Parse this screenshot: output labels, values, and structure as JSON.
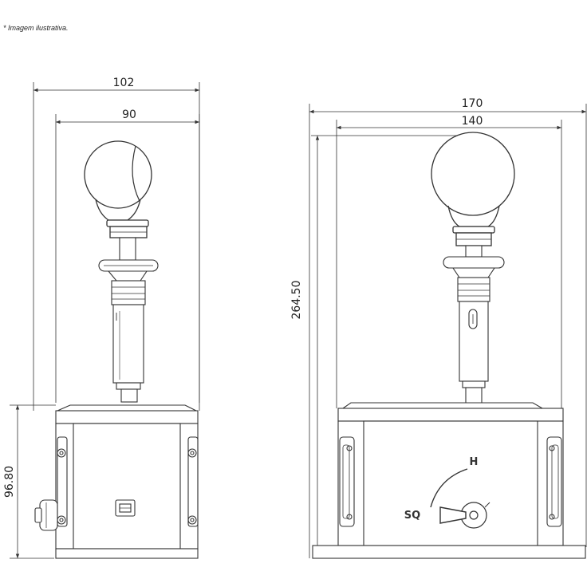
{
  "note": "* Imagem ilustrativa.",
  "front_view": {
    "dim_overall_width": "102",
    "dim_body_width": "90",
    "dim_body_height": "96.80"
  },
  "side_view": {
    "dim_overall_width": "170",
    "dim_body_width": "140",
    "dim_overall_height": "264.50",
    "label_h": "H",
    "label_sq": "SQ"
  }
}
